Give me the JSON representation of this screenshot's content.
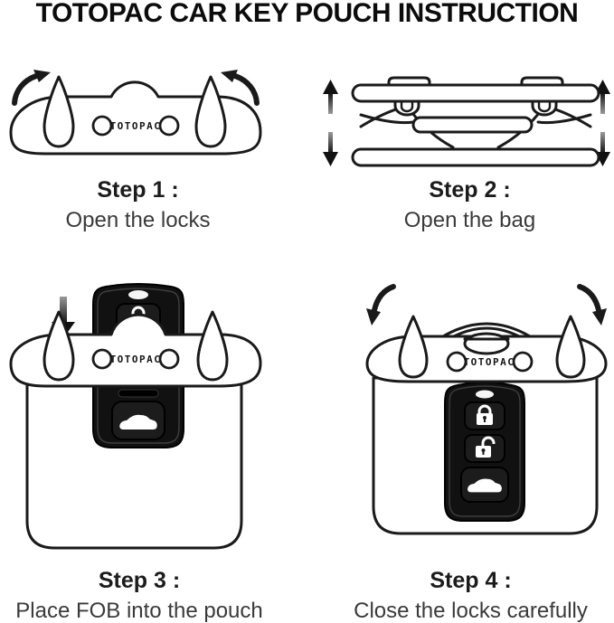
{
  "title": "TOTOPAC CAR KEY POUCH INSTRUCTION",
  "brand": "TOTOPAC",
  "colors": {
    "line": "#1a1a1a",
    "title_text": "#0c0c0c",
    "label_text": "#1c1c1c",
    "description_text": "#3a3a3a",
    "fob_body": "#111111",
    "background": "#ffffff"
  },
  "steps": [
    {
      "label": "Step 1 :",
      "description": "Open the locks",
      "illustration": "pouch-top-locks-open"
    },
    {
      "label": "Step 2 :",
      "description": "Open the bag",
      "illustration": "pouch-side-view-opened"
    },
    {
      "label": "Step 3 :",
      "description": "Place FOB into the pouch",
      "illustration": "fob-inserted-into-pouch"
    },
    {
      "label": "Step 4 :",
      "description": "Close the locks carefully",
      "illustration": "pouch-closed-with-fob-inside"
    }
  ]
}
